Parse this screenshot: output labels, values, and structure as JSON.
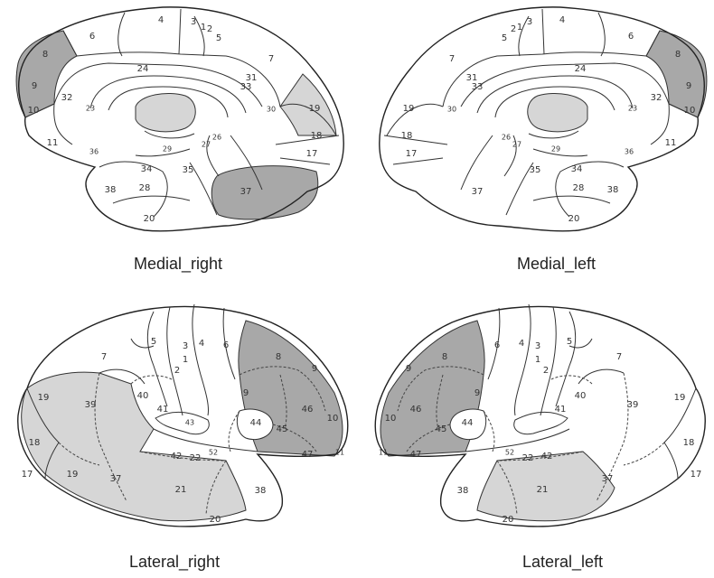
{
  "colors": {
    "outline": "#222222",
    "shade_dark": "#a8a8a8",
    "shade_light": "#d6d6d6",
    "fill": "#ffffff"
  },
  "captions": {
    "medial_right": "Medial_right",
    "medial_left": "Medial_left",
    "lateral_right": "Lateral_right",
    "lateral_left": "Lateral_left"
  },
  "medial_right_labels": [
    "4",
    "3",
    "1",
    "2",
    "5",
    "6",
    "8",
    "9",
    "10",
    "11",
    "32",
    "24",
    "33",
    "31",
    "7",
    "23",
    "30",
    "19",
    "18",
    "17",
    "36",
    "34",
    "28",
    "35",
    "27",
    "26",
    "29",
    "38",
    "37",
    "20"
  ],
  "medial_left_labels": [
    "4",
    "3",
    "1",
    "2",
    "5",
    "6",
    "8",
    "9",
    "10",
    "11",
    "32",
    "24",
    "33",
    "31",
    "7",
    "23",
    "30",
    "19",
    "18",
    "17",
    "36",
    "34",
    "28",
    "35",
    "27",
    "26",
    "29",
    "38",
    "37",
    "20"
  ],
  "lateral_right_labels": [
    "7",
    "5",
    "3",
    "4",
    "6",
    "1",
    "2",
    "8",
    "9",
    "19",
    "39",
    "40",
    "41",
    "43",
    "9",
    "46",
    "10",
    "18",
    "17",
    "44",
    "45",
    "47",
    "11",
    "42",
    "22",
    "52",
    "19",
    "37",
    "21",
    "38",
    "20"
  ],
  "lateral_left_labels": [
    "8",
    "6",
    "4",
    "3",
    "5",
    "7",
    "1",
    "2",
    "9",
    "46",
    "45",
    "44",
    "10",
    "9",
    "41",
    "40",
    "39",
    "19",
    "18",
    "17",
    "47",
    "11",
    "52",
    "22",
    "42",
    "38",
    "21",
    "37",
    "20"
  ]
}
